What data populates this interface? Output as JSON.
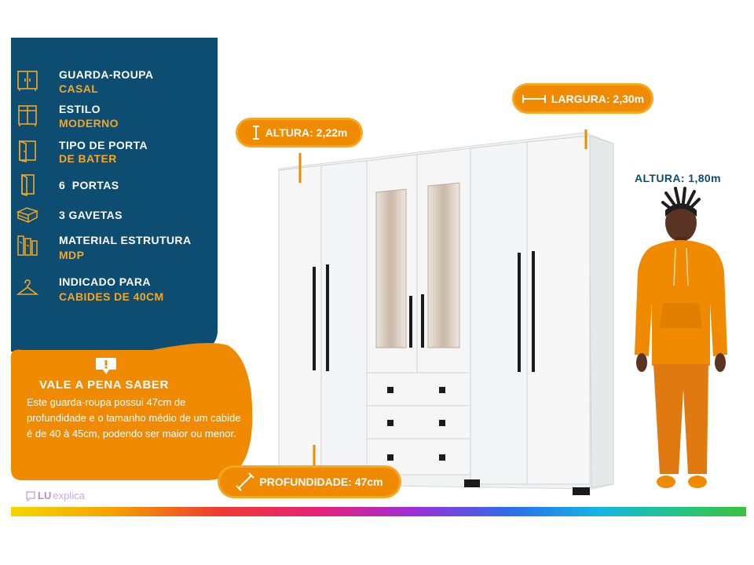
{
  "specs": [
    {
      "icon": "wardrobe-icon",
      "label": "GUARDA-ROUPA",
      "value": "CASAL"
    },
    {
      "icon": "wardrobe-style-icon",
      "label": "ESTILO",
      "value": "MODERNO"
    },
    {
      "icon": "door-type-icon",
      "label": "TIPO DE PORTA",
      "value": "DE BATER"
    },
    {
      "icon": "door-icon",
      "label": "6  PORTAS",
      "value": ""
    },
    {
      "icon": "drawers-icon",
      "label": "3 GAVETAS",
      "value": ""
    },
    {
      "icon": "material-icon",
      "label": "MATERIAL ESTRUTURA",
      "value": "MDP"
    },
    {
      "icon": "hanger-icon",
      "label": "INDICADO PARA",
      "value": "CABIDES DE 40CM"
    }
  ],
  "info": {
    "icon": "alert-icon",
    "title": "VALE A PENA SABER",
    "text": "Este guarda-roupa possui 47cm de profundidade e o tamanho médio de um cabide é de 40 à 45cm, podendo ser maior ou menor."
  },
  "dimensions": {
    "altura": "ALTURA: 2,22m",
    "largura": "LARGURA: 2,30m",
    "profundidade": "PROFUNDIDADE: 47cm"
  },
  "human": {
    "label": "ALTURA: 1,80m"
  },
  "brand": {
    "lu": "LU",
    "explica": "explica"
  },
  "colors": {
    "navy": "#0d4d72",
    "orange": "#f08a00",
    "accent_orange": "#f5a623",
    "white": "#ffffff"
  }
}
